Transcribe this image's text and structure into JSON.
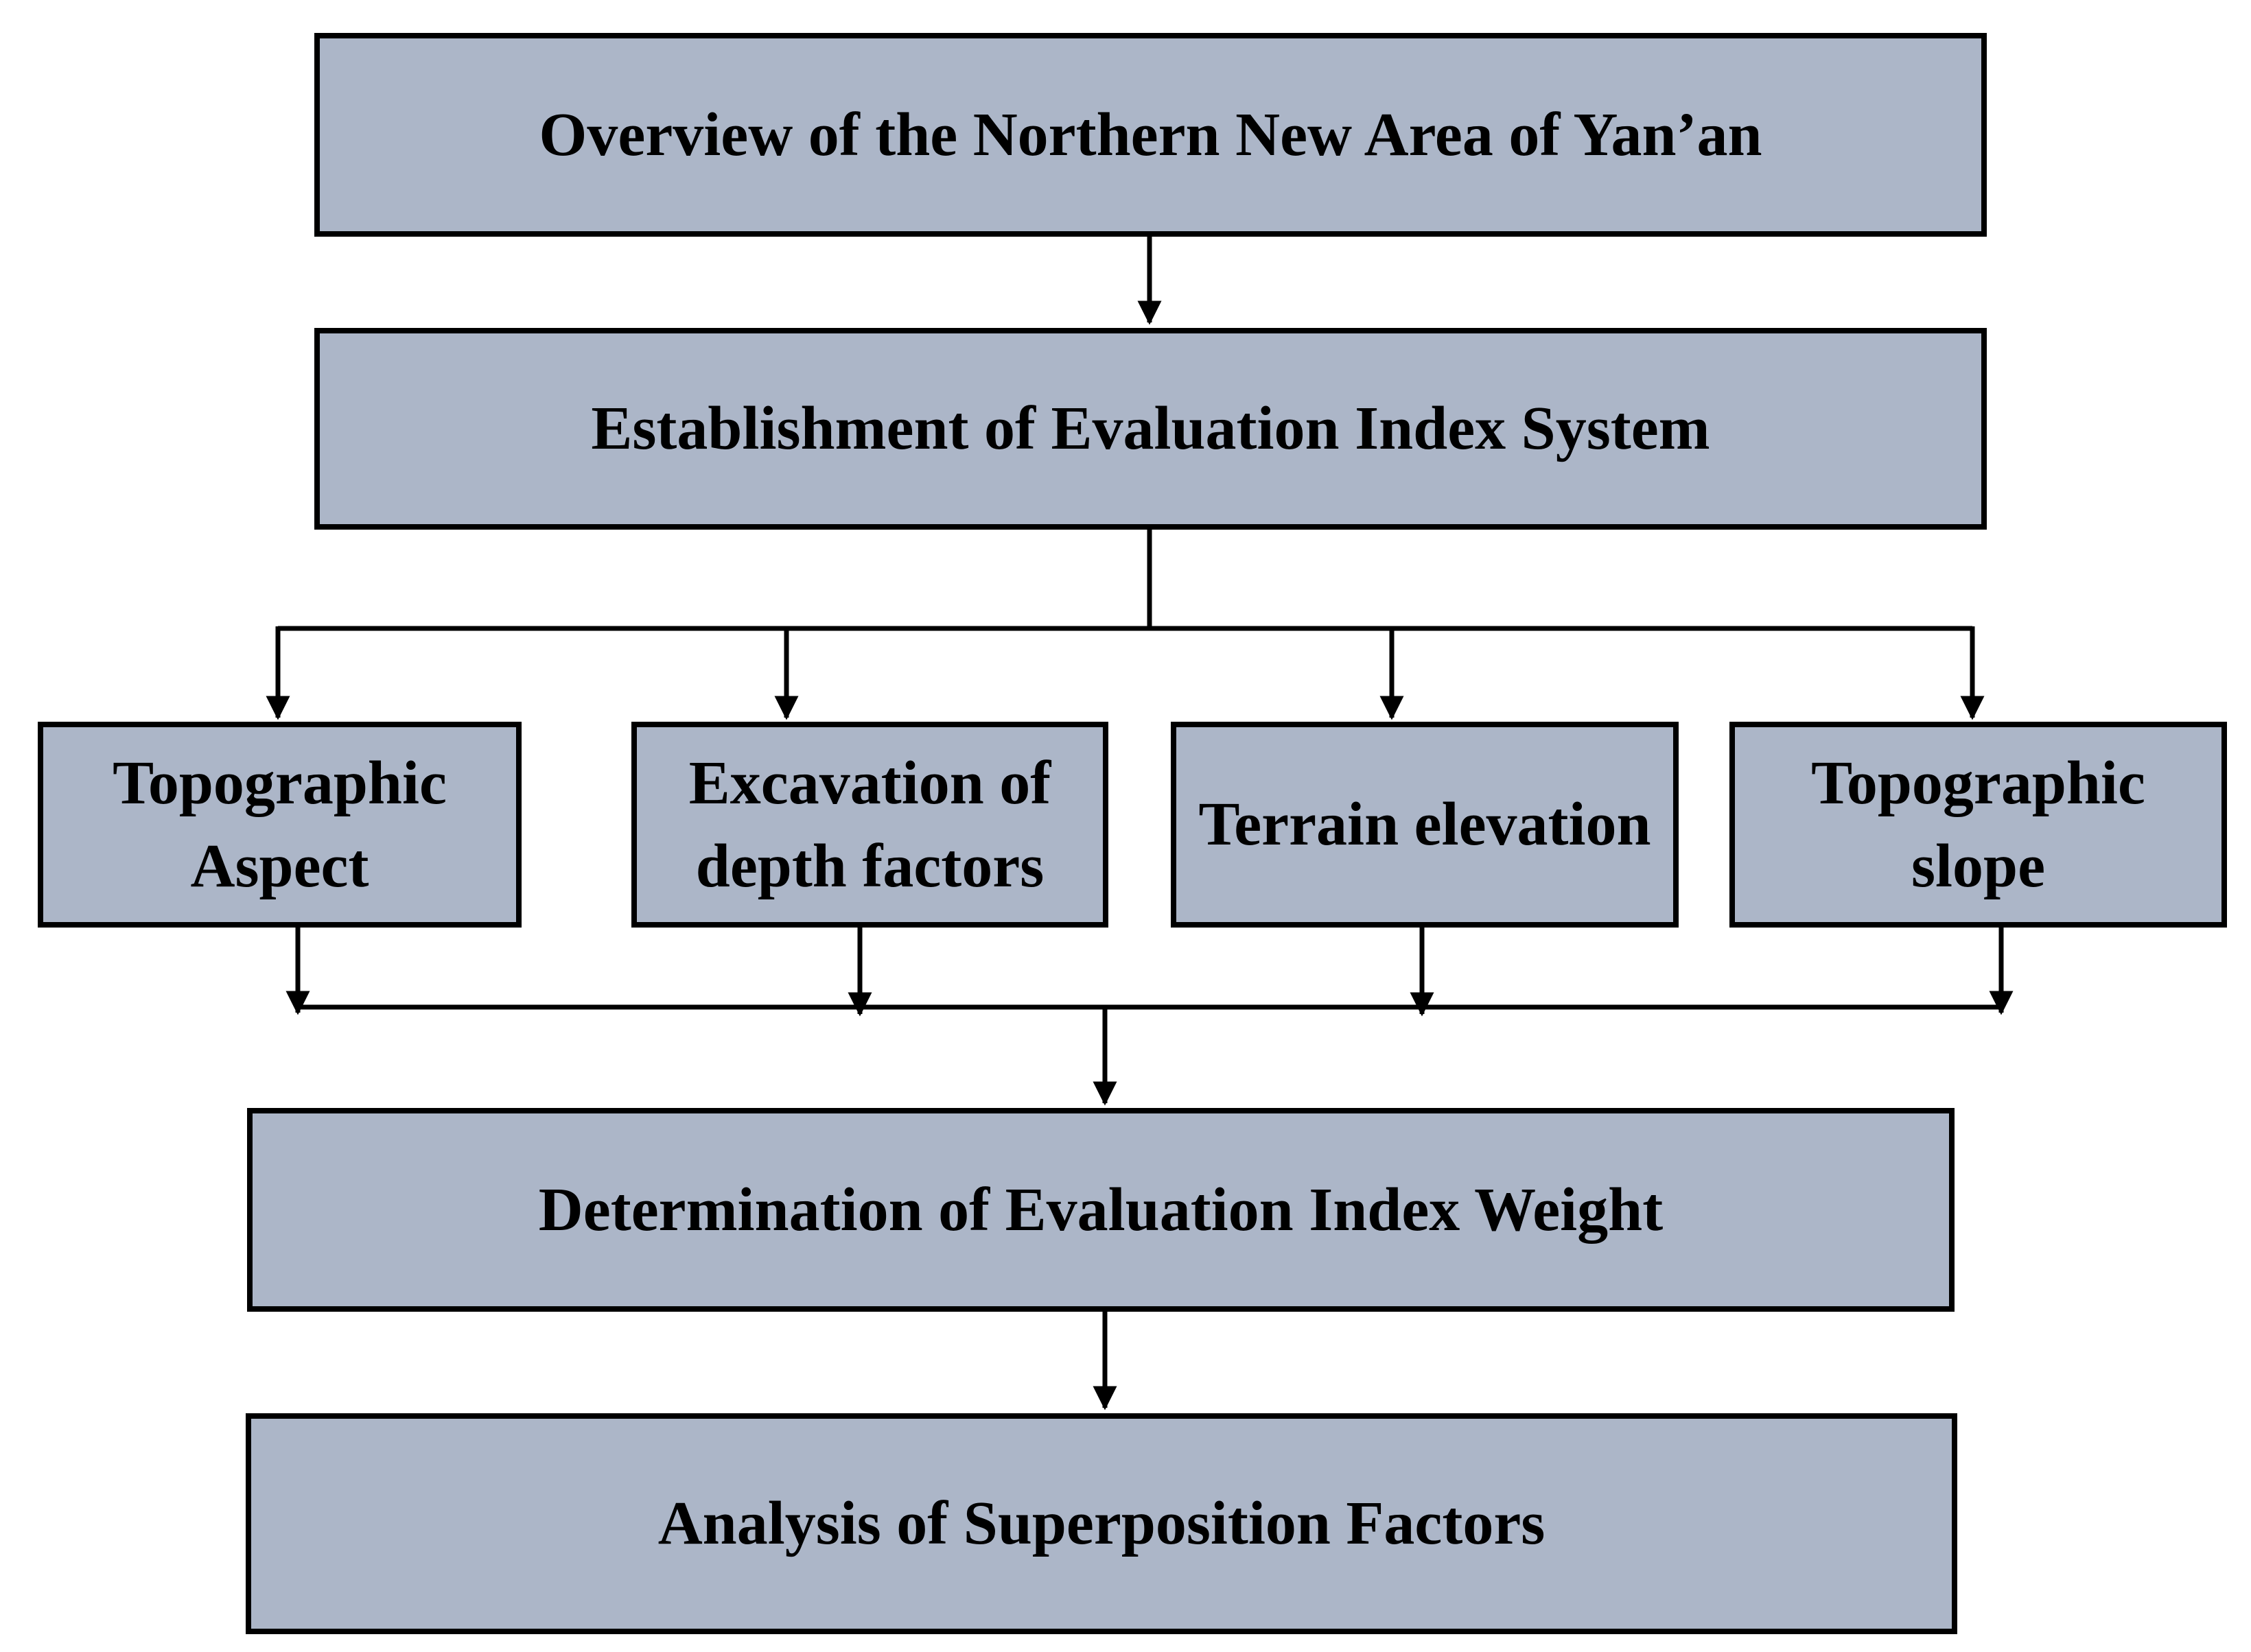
{
  "page": {
    "background_color": "#ffffff"
  },
  "diagram": {
    "type": "flowchart",
    "node_fill_color": "#acb6c8",
    "node_border_color": "#000000",
    "connector_color": "#000000",
    "text_color": "#000000",
    "nodes": {
      "overview": "Overview of the Northern New Area of Yan’an",
      "establishment": "Establishment of Evaluation Index System",
      "topographic_aspect": "Topographic Aspect",
      "excavation_depth": "Excavation of depth factors",
      "terrain_elevation": "Terrain elevation",
      "topographic_slope": "Topographic slope",
      "determination": "Determination of Evaluation Index Weight",
      "analysis": "Analysis of Superposition Factors"
    },
    "edges": [
      {
        "from": "overview",
        "to": "establishment"
      },
      {
        "from": "establishment",
        "to": "topographic_aspect"
      },
      {
        "from": "establishment",
        "to": "excavation_depth"
      },
      {
        "from": "establishment",
        "to": "terrain_elevation"
      },
      {
        "from": "establishment",
        "to": "topographic_slope"
      },
      {
        "from": "topographic_aspect",
        "to": "determination"
      },
      {
        "from": "excavation_depth",
        "to": "determination"
      },
      {
        "from": "terrain_elevation",
        "to": "determination"
      },
      {
        "from": "topographic_slope",
        "to": "determination"
      },
      {
        "from": "determination",
        "to": "analysis"
      }
    ]
  }
}
